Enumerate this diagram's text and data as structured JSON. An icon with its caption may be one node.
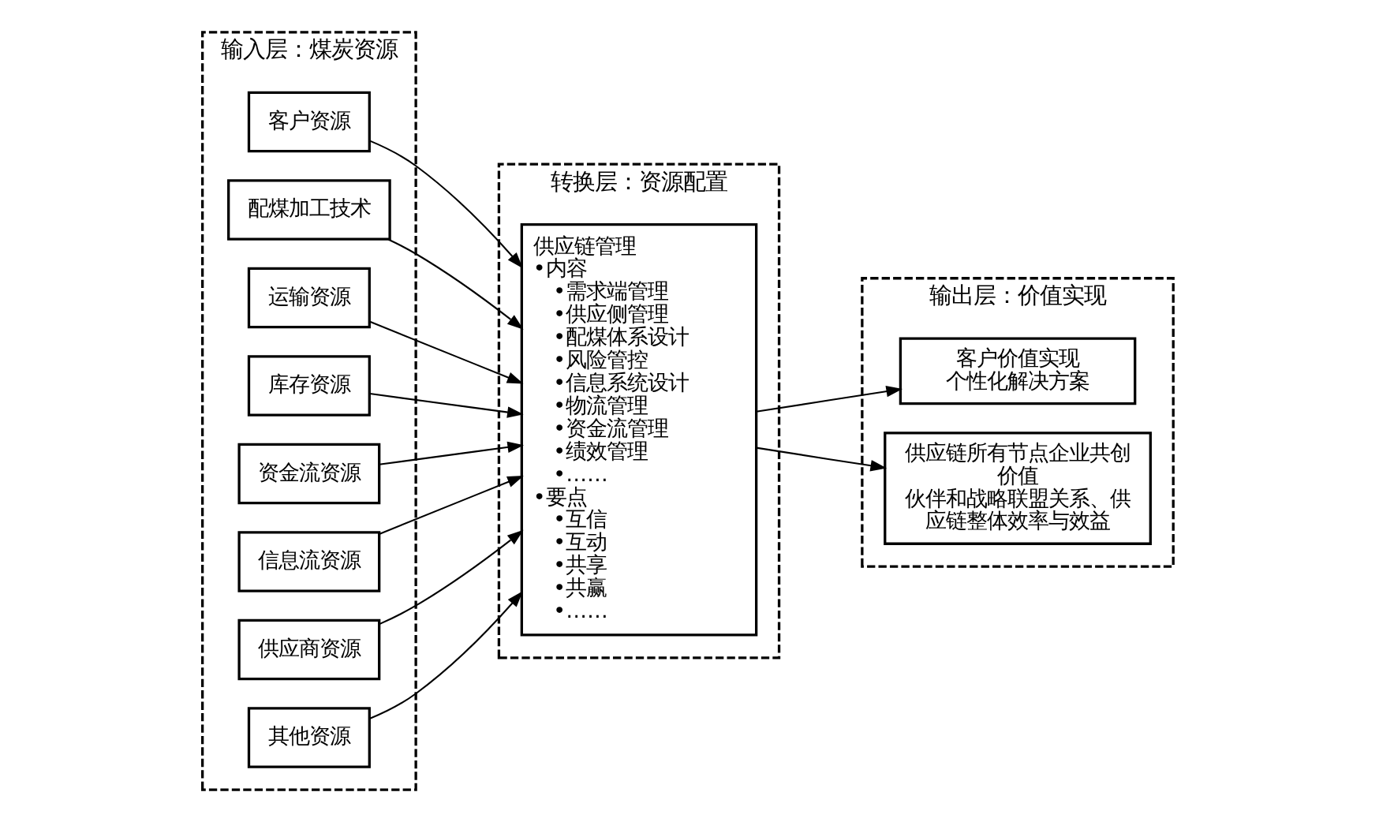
{
  "diagram": {
    "nodes": [
      {
        "text": [
          "输入层：煤炭资源"
        ]
      },
      {
        "text": [
          "客户资源"
        ],
        "in": 0
      },
      {
        "text": [
          "配煤加工技术"
        ],
        "in": 0
      },
      {
        "text": [
          "运输资源"
        ],
        "in": 0
      },
      {
        "text": [
          "库存资源"
        ],
        "in": 0
      },
      {
        "text": [
          "资金流资源"
        ],
        "in": 0
      },
      {
        "text": [
          "信息流资源"
        ],
        "in": 0
      },
      {
        "text": [
          "供应商资源"
        ],
        "in": 0
      },
      {
        "text": [
          "其他资源"
        ],
        "in": 0
      },
      {
        "text": [
          "转换层：资源配置"
        ]
      },
      {
        "text": [
          "供应链管理",
          "•内容",
          "•需求端管理",
          "•供应侧管理",
          "•配煤体系设计",
          "•风险管控",
          "•信息系统设计",
          "•物流管理",
          "•资金流管理",
          "•绩效管理",
          "•……",
          "•要点",
          "•互信",
          "•互动",
          "•共享",
          "•共赢",
          "•……"
        ],
        "in": 9
      },
      {
        "text": [
          "输出层：价值实现"
        ]
      },
      {
        "text": [
          "客户价值实现",
          "个性化解决方案"
        ],
        "in": 11
      },
      {
        "text": [
          "供应链所有节点企业共创价值",
          "伙伴和战略联盟关系、供应链整体效率与效益"
        ],
        "in": 11
      }
    ],
    "edges": [
      {
        "from": 1,
        "to": 10,
        "arrow": "to"
      },
      {
        "from": 2,
        "to": 10,
        "arrow": "to"
      },
      {
        "from": 3,
        "to": 10,
        "arrow": "to"
      },
      {
        "from": 4,
        "to": 10,
        "arrow": "to"
      },
      {
        "from": 5,
        "to": 10,
        "arrow": "to"
      },
      {
        "from": 6,
        "to": 10,
        "arrow": "to"
      },
      {
        "from": 7,
        "to": 10,
        "arrow": "to"
      },
      {
        "from": 8,
        "to": 10,
        "arrow": "to"
      },
      {
        "from": 10,
        "to": 12,
        "arrow": "to"
      },
      {
        "from": 10,
        "to": 13,
        "arrow": "to"
      }
    ]
  }
}
